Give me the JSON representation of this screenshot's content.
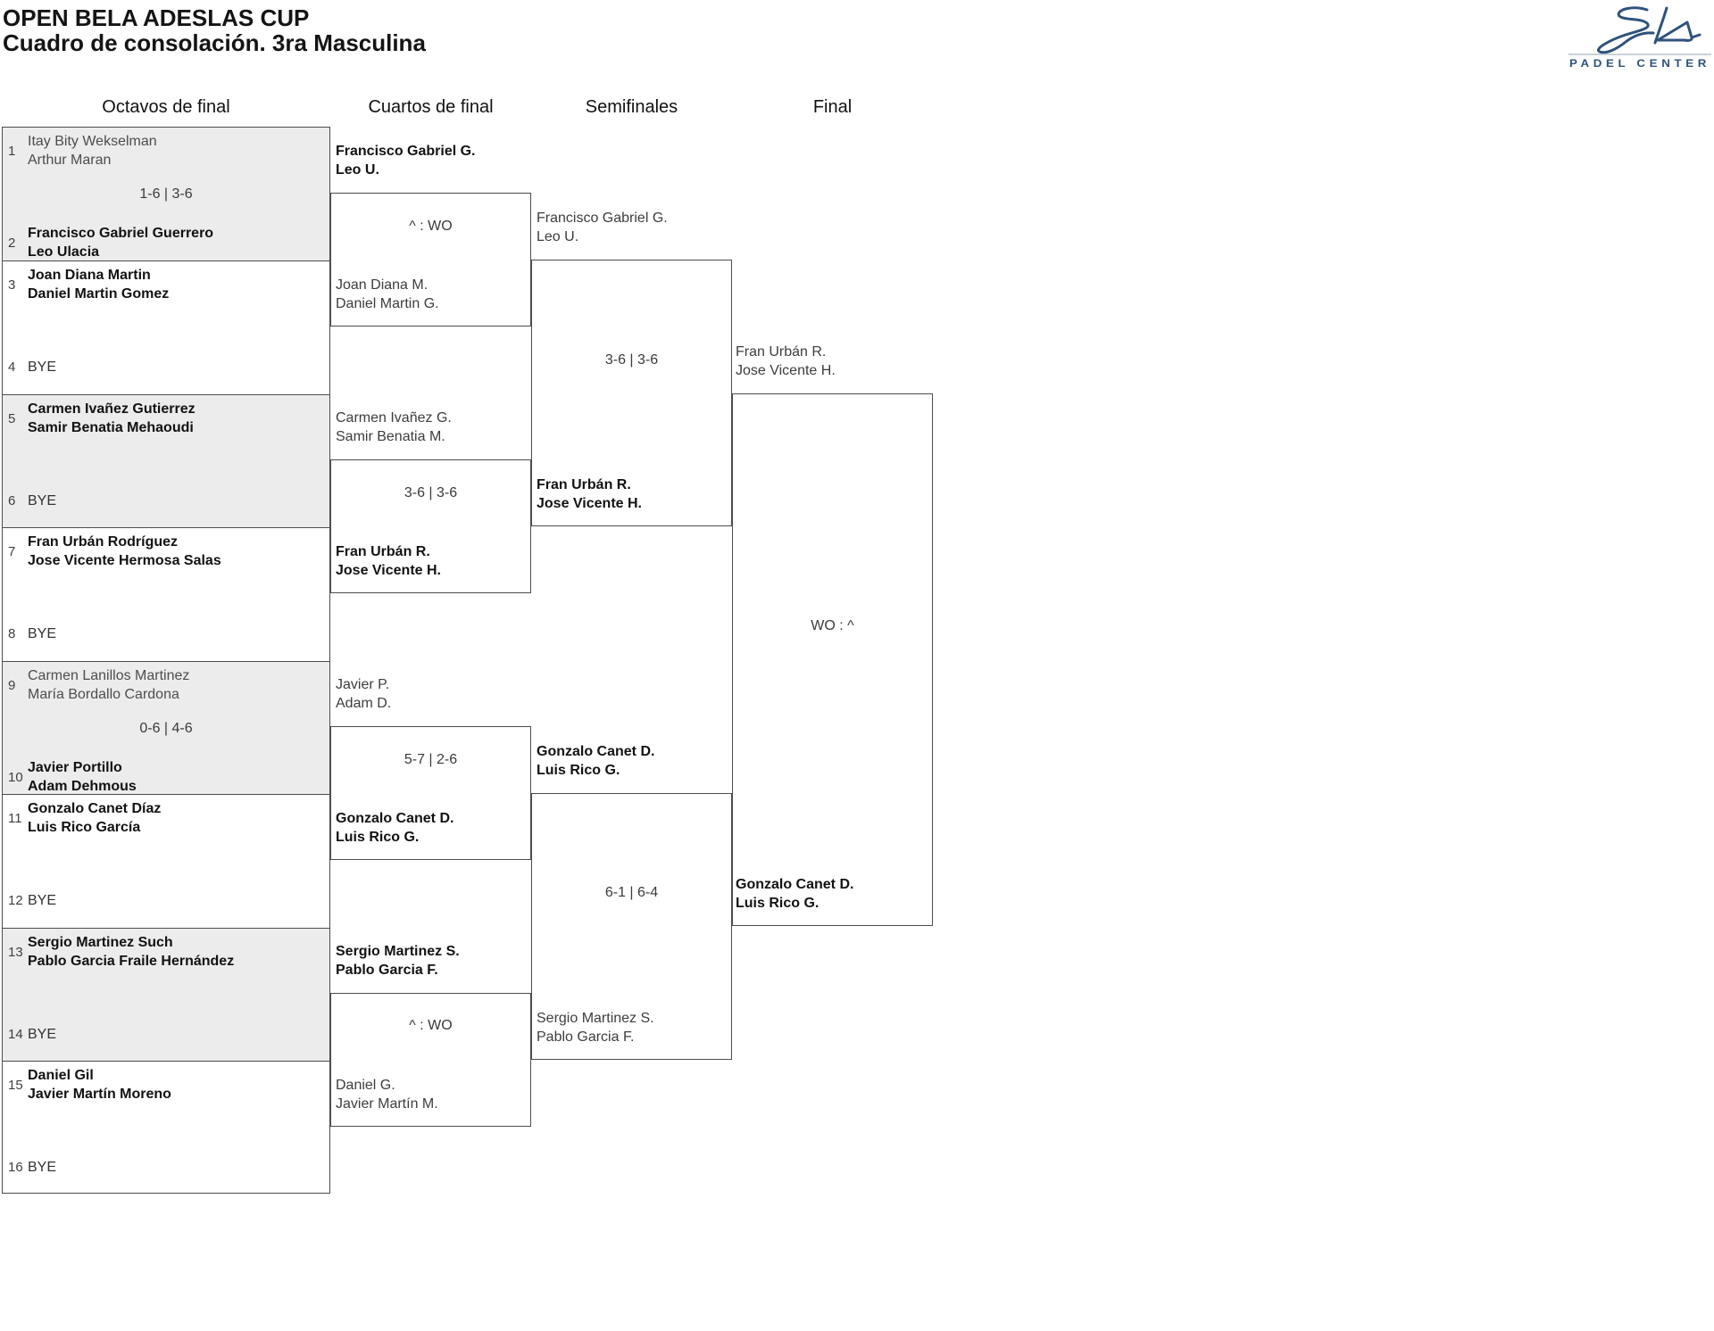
{
  "header": {
    "title": "OPEN BELA ADESLAS CUP",
    "subtitle": "Cuadro de consolación. 3ra Masculina"
  },
  "logo": {
    "brand": "Bela",
    "tagline": "PADEL CENTER",
    "color": "#2e527c"
  },
  "columns": [
    "Octavos de final",
    "Cuartos de final",
    "Semifinales",
    "Final"
  ],
  "bracket": {
    "octavos": [
      {
        "seed1": "1",
        "t1a": "Itay Bity Wekselman",
        "t1b": "Arthur Maran",
        "score": "1-6 | 3-6",
        "seed2": "2",
        "t2a": "Francisco Gabriel Guerrero",
        "t2b": "Leo Ulacia"
      },
      {
        "seed1": "3",
        "t1a": "Joan Diana Martin",
        "t1b": "Daniel Martin Gomez",
        "score": "",
        "seed2": "4",
        "t2a": "BYE",
        "t2b": ""
      },
      {
        "seed1": "5",
        "t1a": "Carmen Ivañez Gutierrez",
        "t1b": "Samir Benatia Mehaoudi",
        "score": "",
        "seed2": "6",
        "t2a": "BYE",
        "t2b": ""
      },
      {
        "seed1": "7",
        "t1a": "Fran Urbán Rodríguez",
        "t1b": "Jose Vicente Hermosa Salas",
        "score": "",
        "seed2": "8",
        "t2a": "BYE",
        "t2b": ""
      },
      {
        "seed1": "9",
        "t1a": "Carmen Lanillos Martinez",
        "t1b": "María Bordallo Cardona",
        "score": "0-6 | 4-6",
        "seed2": "10",
        "t2a": "Javier Portillo",
        "t2b": "Adam Dehmous"
      },
      {
        "seed1": "11",
        "t1a": "Gonzalo Canet Díaz",
        "t1b": "Luis Rico García",
        "score": "",
        "seed2": "12",
        "t2a": "BYE",
        "t2b": ""
      },
      {
        "seed1": "13",
        "t1a": "Sergio Martinez Such",
        "t1b": "Pablo Garcia Fraile Hernández",
        "score": "",
        "seed2": "14",
        "t2a": "BYE",
        "t2b": ""
      },
      {
        "seed1": "15",
        "t1a": "Daniel Gil",
        "t1b": "Javier Martín Moreno",
        "score": "",
        "seed2": "16",
        "t2a": "BYE",
        "t2b": ""
      }
    ],
    "cuartos": {
      "labels": [
        {
          "a": "Francisco Gabriel G.",
          "b": "Leo U."
        },
        {
          "a": "Joan Diana M.",
          "b": "Daniel Martin G."
        },
        {
          "a": "Carmen Ivañez G.",
          "b": "Samir Benatia M."
        },
        {
          "a": "Fran Urbán R.",
          "b": "Jose Vicente H."
        },
        {
          "a": "Javier P.",
          "b": "Adam D."
        },
        {
          "a": "Gonzalo Canet D.",
          "b": "Luis Rico G."
        },
        {
          "a": "Sergio Martinez S.",
          "b": "Pablo Garcia F."
        },
        {
          "a": "Daniel G.",
          "b": "Javier Martín M."
        }
      ],
      "scores": [
        "^ : WO",
        "3-6 | 3-6",
        "5-7 | 2-6",
        "^ : WO"
      ]
    },
    "semifinales": {
      "labels": [
        {
          "a": "Francisco Gabriel G.",
          "b": "Leo U."
        },
        {
          "a": "Fran Urbán R.",
          "b": "Jose Vicente H."
        },
        {
          "a": "Gonzalo Canet D.",
          "b": "Luis Rico G."
        },
        {
          "a": "Sergio Martinez S.",
          "b": "Pablo Garcia F."
        }
      ],
      "scores": [
        "3-6 | 3-6",
        "6-1 | 6-4"
      ]
    },
    "final": {
      "labels": [
        {
          "a": "Fran Urbán R.",
          "b": "Jose Vicente H."
        },
        {
          "a": "Gonzalo Canet D.",
          "b": "Luis Rico G."
        }
      ],
      "score": "WO : ^"
    }
  }
}
